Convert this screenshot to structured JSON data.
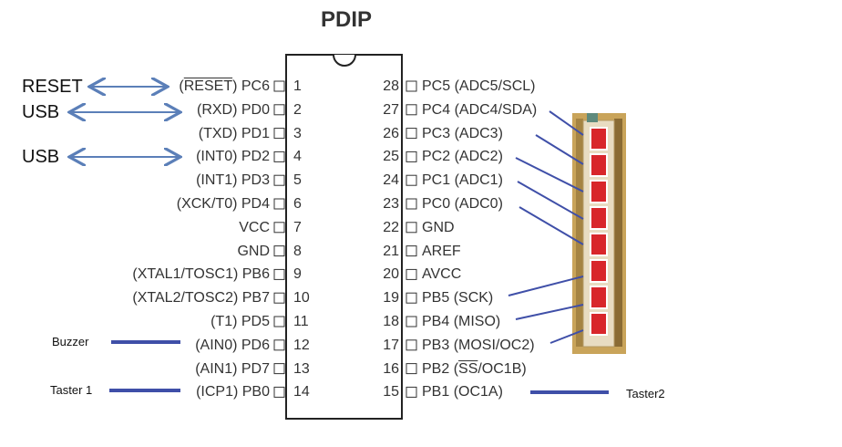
{
  "title": "PDIP",
  "left_pins": [
    {
      "num": "1",
      "pre": "(",
      "over": "RESET",
      "post": ") PC6"
    },
    {
      "num": "2",
      "pre": "(RXD) PD0",
      "over": "",
      "post": ""
    },
    {
      "num": "3",
      "pre": "(TXD) PD1",
      "over": "",
      "post": ""
    },
    {
      "num": "4",
      "pre": "(INT0) PD2",
      "over": "",
      "post": ""
    },
    {
      "num": "5",
      "pre": "(INT1) PD3",
      "over": "",
      "post": ""
    },
    {
      "num": "6",
      "pre": "(XCK/T0) PD4",
      "over": "",
      "post": ""
    },
    {
      "num": "7",
      "pre": "VCC",
      "over": "",
      "post": ""
    },
    {
      "num": "8",
      "pre": "GND",
      "over": "",
      "post": ""
    },
    {
      "num": "9",
      "pre": "(XTAL1/TOSC1) PB6",
      "over": "",
      "post": ""
    },
    {
      "num": "10",
      "pre": "(XTAL2/TOSC2) PB7",
      "over": "",
      "post": ""
    },
    {
      "num": "11",
      "pre": "(T1) PD5",
      "over": "",
      "post": ""
    },
    {
      "num": "12",
      "pre": "(AIN0) PD6",
      "over": "",
      "post": ""
    },
    {
      "num": "13",
      "pre": "(AIN1) PD7",
      "over": "",
      "post": ""
    },
    {
      "num": "14",
      "pre": "(ICP1) PB0",
      "over": "",
      "post": ""
    }
  ],
  "right_pins": [
    {
      "num": "28",
      "pre": "PC5 (ADC5/SCL)",
      "over": "",
      "post": ""
    },
    {
      "num": "27",
      "pre": "PC4 (ADC4/SDA)",
      "over": "",
      "post": ""
    },
    {
      "num": "26",
      "pre": "PC3 (ADC3)",
      "over": "",
      "post": ""
    },
    {
      "num": "25",
      "pre": "PC2 (ADC2)",
      "over": "",
      "post": ""
    },
    {
      "num": "24",
      "pre": "PC1 (ADC1)",
      "over": "",
      "post": ""
    },
    {
      "num": "23",
      "pre": "PC0 (ADC0)",
      "over": "",
      "post": ""
    },
    {
      "num": "22",
      "pre": "GND",
      "over": "",
      "post": ""
    },
    {
      "num": "21",
      "pre": "AREF",
      "over": "",
      "post": ""
    },
    {
      "num": "20",
      "pre": "AVCC",
      "over": "",
      "post": ""
    },
    {
      "num": "19",
      "pre": "PB5 (SCK)",
      "over": "",
      "post": ""
    },
    {
      "num": "18",
      "pre": "PB4 (MISO)",
      "over": "",
      "post": ""
    },
    {
      "num": "17",
      "pre": "PB3 (MOSI/OC2)",
      "over": "",
      "post": ""
    },
    {
      "num": "16",
      "pre": "PB2 (",
      "over": "SS",
      "post": "/OC1B)"
    },
    {
      "num": "15",
      "pre": "PB1 (OC1A)",
      "over": "",
      "post": ""
    }
  ],
  "annotations": {
    "reset": "RESET",
    "usb1": "USB",
    "usb2": "USB",
    "buzzer": "Buzzer",
    "taster1": "Taster 1",
    "taster2": "Taster2"
  },
  "colors": {
    "arrow": "#5b7fb8",
    "wire": "#3f4fa8",
    "led_red": "#d8262b",
    "led_board": "#c9a45a",
    "chip_outline": "#222222"
  }
}
